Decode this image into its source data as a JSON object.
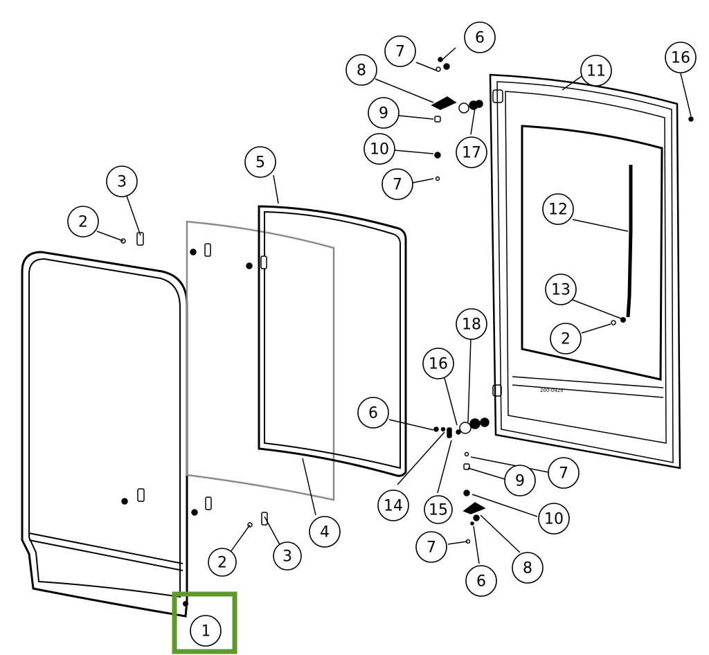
{
  "highlight_color": "#5f9a2e",
  "highlighted_callout": "1",
  "panel_code": "200-0420",
  "callouts": [
    {
      "id": "c1",
      "label": "1",
      "highlight": true
    },
    {
      "id": "c2a",
      "label": "2"
    },
    {
      "id": "c3a",
      "label": "3"
    },
    {
      "id": "c5",
      "label": "5"
    },
    {
      "id": "c2b",
      "label": "2"
    },
    {
      "id": "c3b",
      "label": "3"
    },
    {
      "id": "c4",
      "label": "4"
    },
    {
      "id": "c7a",
      "label": "7"
    },
    {
      "id": "c6a",
      "label": "6"
    },
    {
      "id": "c8a",
      "label": "8"
    },
    {
      "id": "c9a",
      "label": "9"
    },
    {
      "id": "c10a",
      "label": "10"
    },
    {
      "id": "c7b",
      "label": "7"
    },
    {
      "id": "c17",
      "label": "17"
    },
    {
      "id": "c11",
      "label": "11"
    },
    {
      "id": "c16a",
      "label": "16"
    },
    {
      "id": "c12",
      "label": "12"
    },
    {
      "id": "c13",
      "label": "13"
    },
    {
      "id": "c2c",
      "label": "2"
    },
    {
      "id": "c18",
      "label": "18"
    },
    {
      "id": "c16b",
      "label": "16"
    },
    {
      "id": "c6b",
      "label": "6"
    },
    {
      "id": "c14",
      "label": "14"
    },
    {
      "id": "c15",
      "label": "15"
    },
    {
      "id": "c7c",
      "label": "7"
    },
    {
      "id": "c9b",
      "label": "9"
    },
    {
      "id": "c10b",
      "label": "10"
    },
    {
      "id": "c8b",
      "label": "8"
    },
    {
      "id": "c7d",
      "label": "7"
    },
    {
      "id": "c6c",
      "label": "6"
    }
  ]
}
